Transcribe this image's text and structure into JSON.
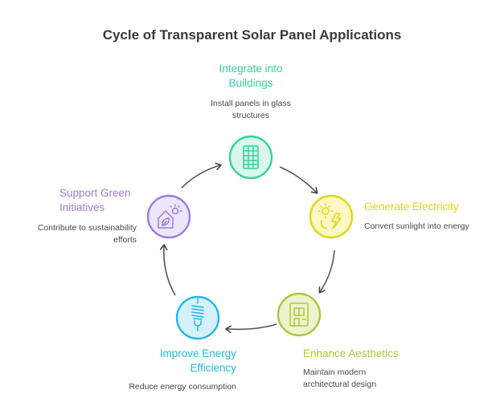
{
  "title": "Cycle of Transparent Solar Panel Applications",
  "steps": [
    {
      "label": "Integrate into Buildings",
      "description": "Install panels in glass structures",
      "icon": "building-grid-icon",
      "color": "#34d399",
      "fill": "#d9f7ea"
    },
    {
      "label": "Generate Electricity",
      "description": "Convert sunlight into energy",
      "icon": "sun-bolt-icon",
      "color": "#e0d90f",
      "fill": "#fbf7c6"
    },
    {
      "label": "Enhance Aesthetics",
      "description": "Maintain modern architectural design",
      "icon": "building-window-icon",
      "color": "#a8c93a",
      "fill": "#ecf3cf"
    },
    {
      "label": "Improve Energy Efficiency",
      "description": "Reduce energy consumption",
      "icon": "spiral-bulb-icon",
      "color": "#22b8e6",
      "fill": "#d5f1fb"
    },
    {
      "label": "Support Green Initiatives",
      "description": "Contribute to sustainability efforts",
      "icon": "eco-house-icon",
      "color": "#9b7be0",
      "fill": "#ede6fb"
    }
  ]
}
